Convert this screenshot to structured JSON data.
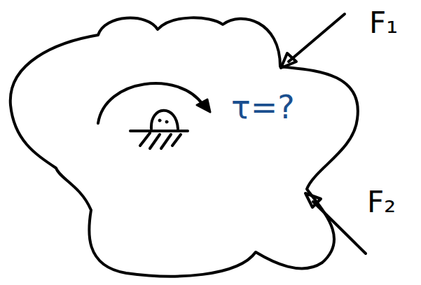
{
  "diagram": {
    "nodes": [
      {
        "text": [
          "τ=?"
        ]
      }
    ],
    "labels": [
      "F₁",
      "F₂"
    ]
  }
}
